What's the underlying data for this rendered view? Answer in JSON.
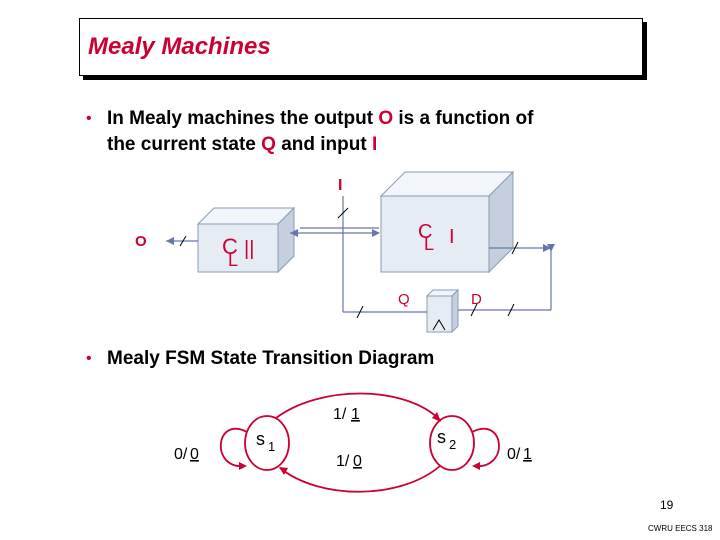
{
  "slide": {
    "title": "Mealy Machines",
    "bullet1_part1": "In Mealy machines the output ",
    "bullet1_o": "O",
    "bullet1_part2": " is a function of",
    "bullet1_line2_part1": "the current state ",
    "bullet1_q": "Q",
    "bullet1_line2_part2": " and input ",
    "bullet1_i": "I",
    "bullet2": "Mealy FSM State Transition Diagram",
    "page_number": "19",
    "footer": "CWRU EECS 318"
  },
  "block_diagram": {
    "input_label": "I",
    "output_label": "O",
    "output_logic_label": "C",
    "output_logic_sub": "L",
    "output_logic_suffix": "||",
    "next_state_logic_label": "C",
    "next_state_logic_sub": "L",
    "next_state_logic_suffix": "I",
    "q_label": "Q",
    "d_label": "D",
    "clock_symbol": "^"
  },
  "state_diagram": {
    "state1": "s",
    "state1_sub": "1",
    "state2": "s",
    "state2_sub": "2",
    "trans_top_in": "1/",
    "trans_top_out": "1",
    "trans_bottom_in": "1/",
    "trans_bottom_out": "0",
    "self_s1_in": "0/",
    "self_s1_out": "0",
    "self_s2_in": "0/",
    "self_s2_out": "1"
  },
  "colors": {
    "accent": "#cc0033",
    "box_fill": "#e5ecf4",
    "box_stroke": "#8a9bb5",
    "wire": "#6677aa"
  }
}
